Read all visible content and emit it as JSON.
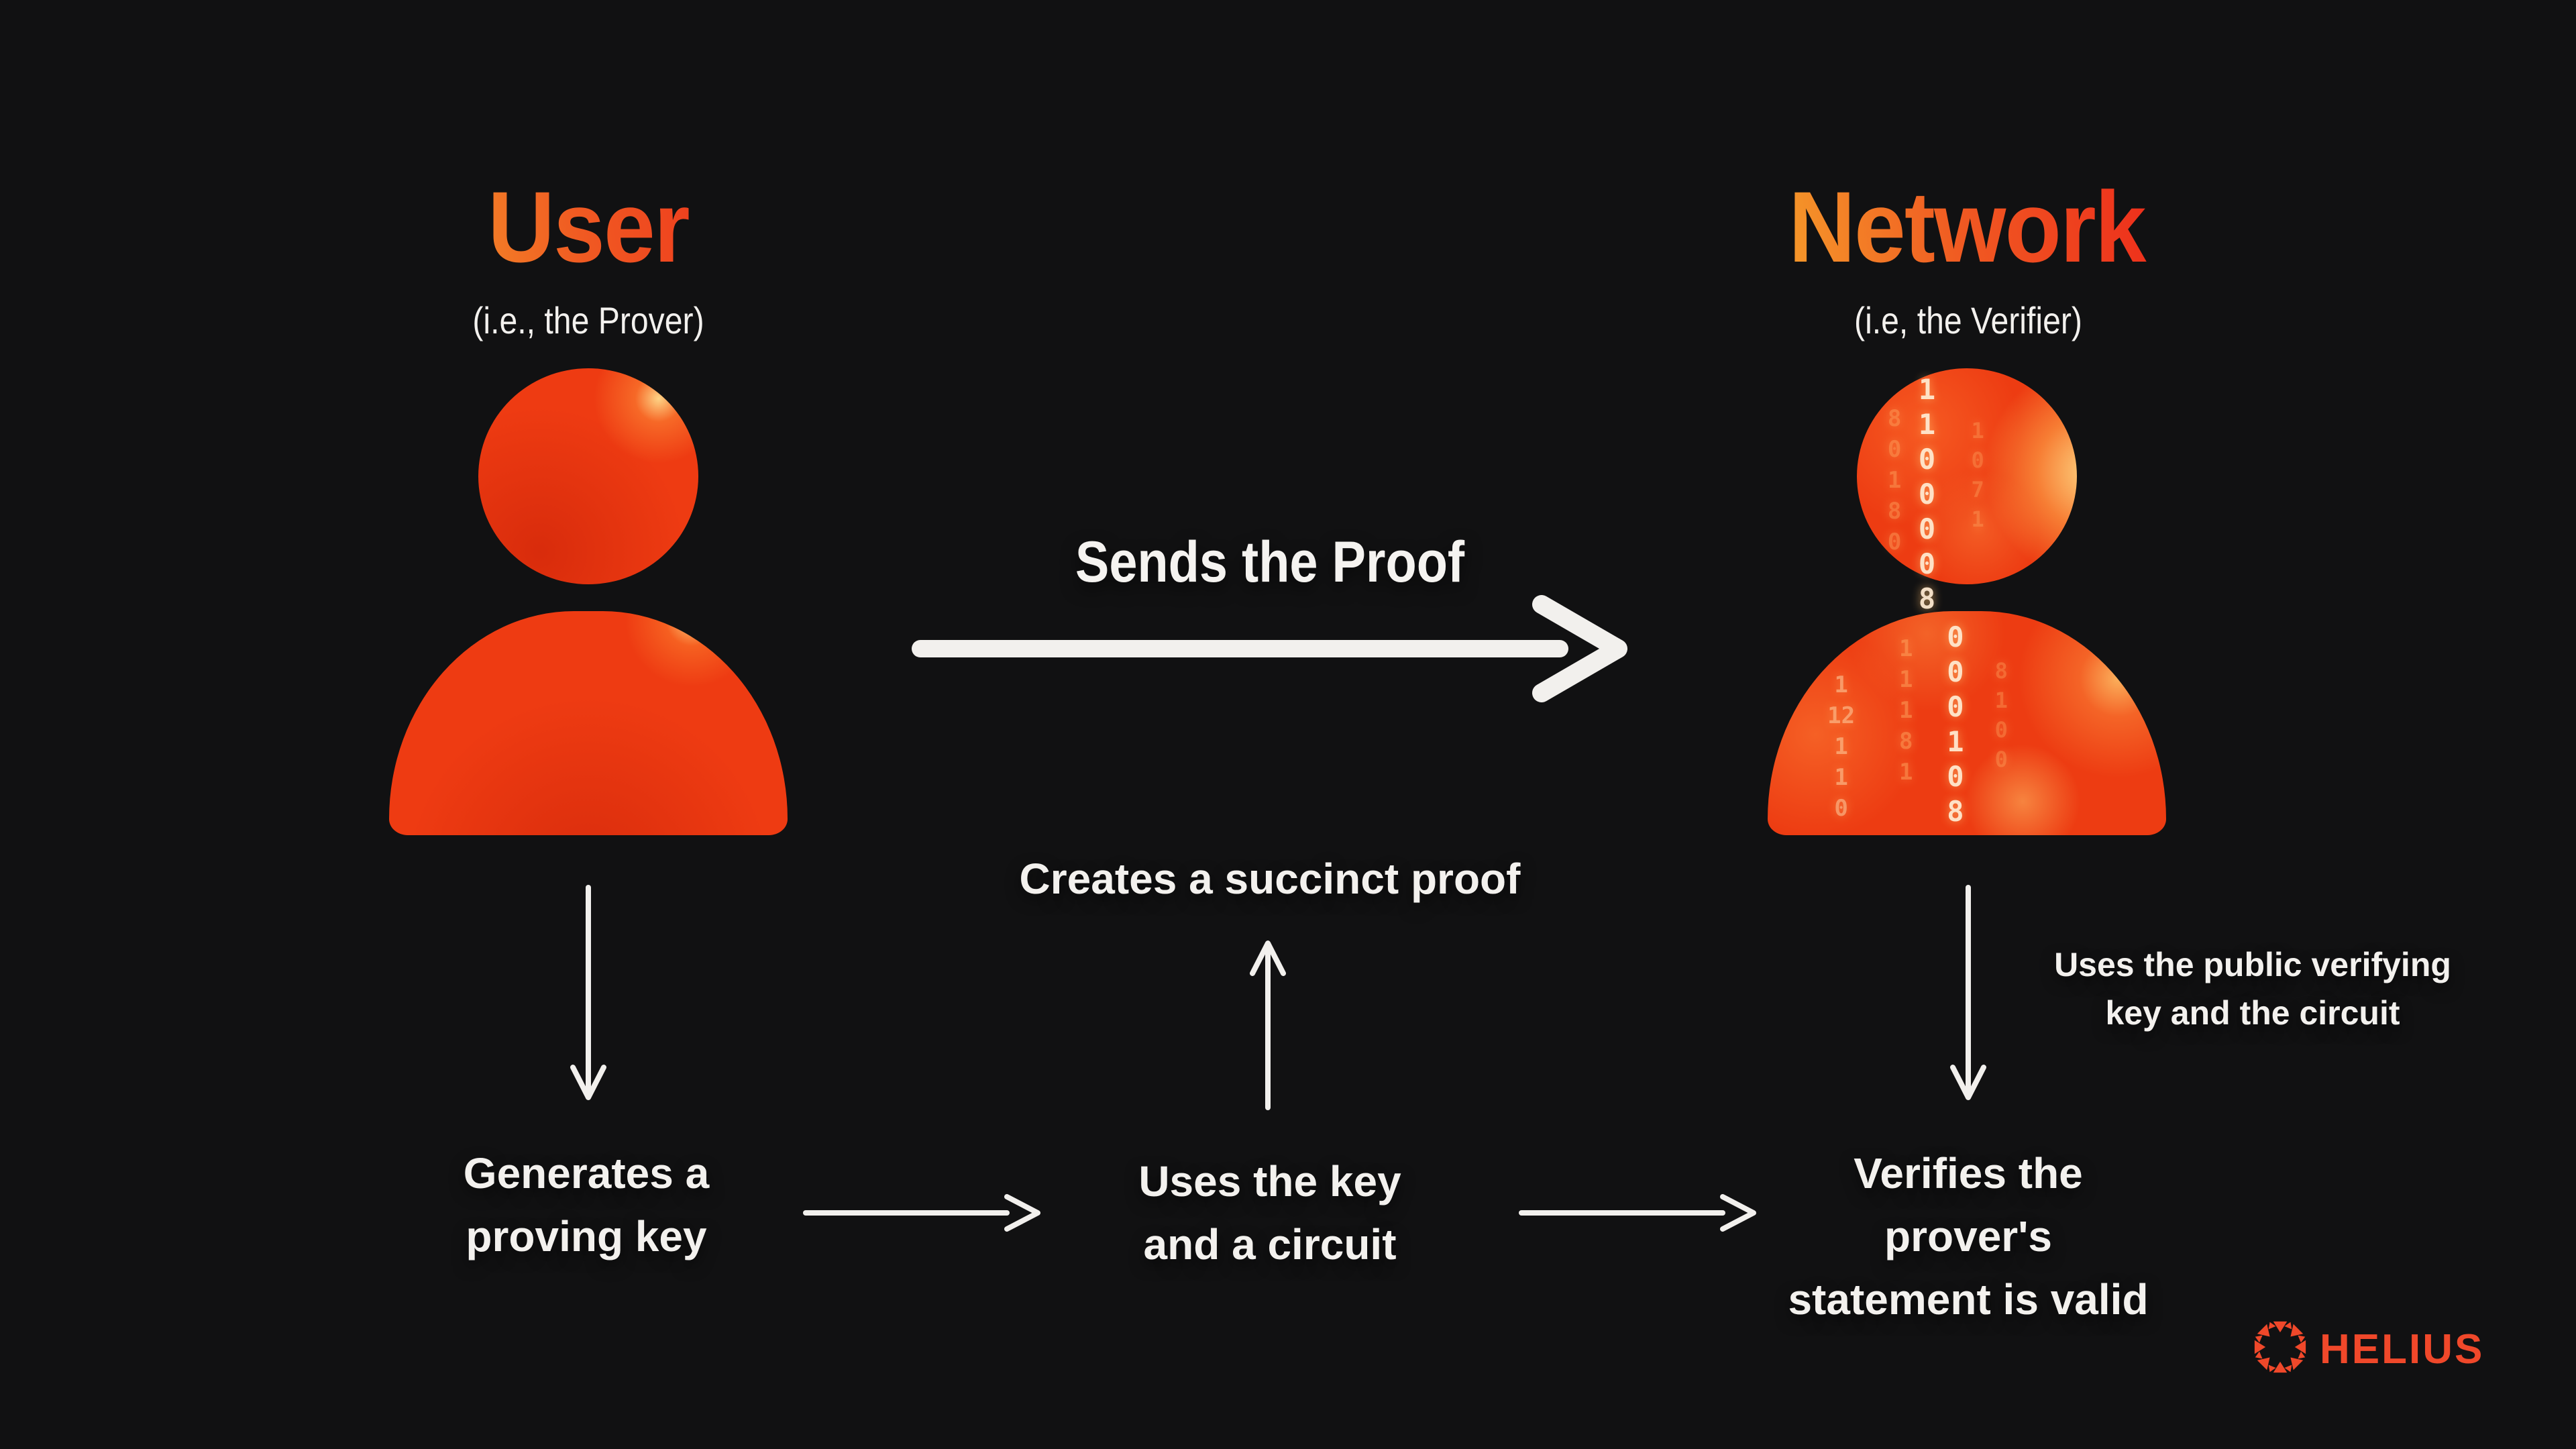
{
  "colors": {
    "background": "#111112",
    "person_red": "#ee3b12",
    "person_highlight": "#ffd27a",
    "title_gradient_start": "#f6a32b",
    "title_gradient_end": "#ed2b1b",
    "text": "#f3f1ee",
    "helius_orange": "#f0482a"
  },
  "prover": {
    "title": "User",
    "subtitle": "(i.e., the Prover)",
    "action": "Generates a\nproving key"
  },
  "transfer": {
    "label": "Sends the Proof"
  },
  "middle": {
    "note": "Creates a succinct proof",
    "action": "Uses the key\nand a circuit"
  },
  "verifier": {
    "title": "Network",
    "subtitle": "(i.e, the Verifier)",
    "note": "Uses the public verifying\nkey and the circuit",
    "action": "Verifies the prover's\nstatement is valid"
  },
  "binary_texture": {
    "head_columns": [
      "1\n1\n0\n0\n0\n0\n8",
      "8\n0\n1\n8\n0",
      "1\n0\n7\n1"
    ],
    "body_columns": [
      "0\n0\n0\n1\n0\n8",
      "1\n1\n1\n8\n1",
      "8\n1\n0\n0",
      "1\n12\n1\n1\n0"
    ]
  },
  "branding": {
    "logo_text": "HELIUS"
  }
}
